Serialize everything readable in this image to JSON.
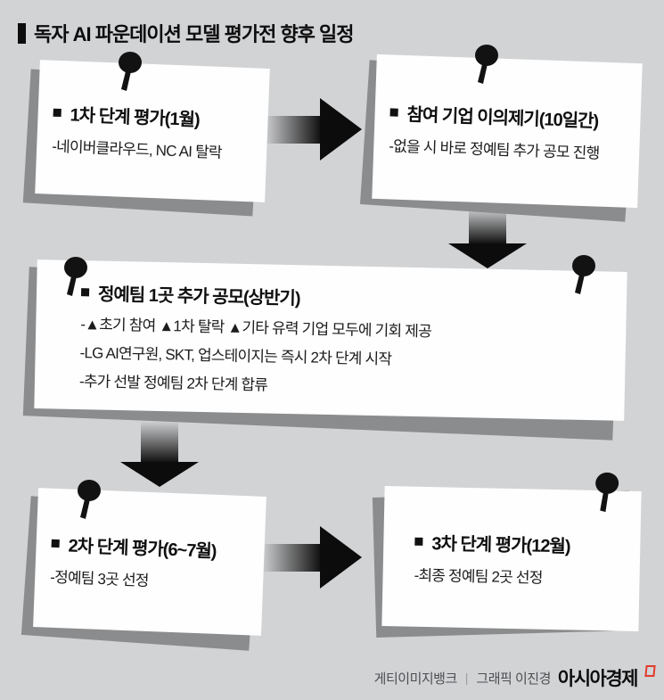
{
  "title": "독자 AI 파운데이션 모델 평가전 향후 일정",
  "notes": {
    "step1": {
      "heading": "1차 단계 평가(1월)",
      "lines": [
        "-네이버클라우드, NC AI 탈락"
      ]
    },
    "objection": {
      "heading": "참여 기업 이의제기(10일간)",
      "lines": [
        "-없을 시 바로 정예팀 추가 공모 진행"
      ]
    },
    "recruit": {
      "heading": "정예팀 1곳 추가 공모(상반기)",
      "lines": [
        "-▲초기 참여 ▲1차 탈락 ▲기타 유력 기업 모두에 기회 제공",
        "-LG AI연구원, SKT, 업스테이지는 즉시 2차 단계 시작",
        "-추가 선발 정예팀 2차 단계 합류"
      ]
    },
    "step2": {
      "heading": "2차 단계 평가(6~7월)",
      "lines": [
        "-정예팀 3곳 선정"
      ]
    },
    "step3": {
      "heading": "3차 단계 평가(12월)",
      "lines": [
        "-최종 정예팀 2곳 선정"
      ]
    }
  },
  "footer": {
    "source_credit": "게티이미지뱅크",
    "separator": "|",
    "graphic_credit": "그래픽 이진경",
    "brand": "아시아경제"
  },
  "colors": {
    "background": "#d2d3d5",
    "note_paper": "#fefefe",
    "note_shadow": "#8b8c8e",
    "ink": "#111111",
    "footer_text": "#4c4f52",
    "brand_red": "#e23b2e"
  }
}
